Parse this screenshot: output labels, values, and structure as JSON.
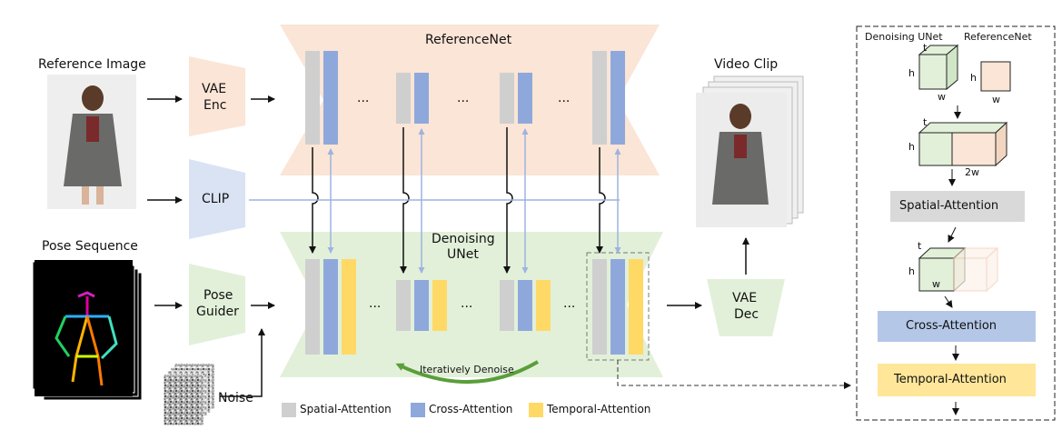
{
  "inputs": {
    "reference_image_label": "Reference Image",
    "pose_sequence_label": "Pose Sequence",
    "noise_label": "Noise"
  },
  "modules": {
    "vae_enc_line1": "VAE",
    "vae_enc_line2": "Enc",
    "clip": "CLIP",
    "pose_guider_line1": "Pose",
    "pose_guider_line2": "Guider",
    "vae_dec_line1": "VAE",
    "vae_dec_line2": "Dec"
  },
  "networks": {
    "reference_net": "ReferenceNet",
    "denoising_unet_line1": "Denoising",
    "denoising_unet_line2": "UNet",
    "ellipsis": "...",
    "iterative": "Iteratively Denoise"
  },
  "output": {
    "video_clip_label": "Video Clip"
  },
  "legend": {
    "spatial": "Spatial-Attention",
    "cross": "Cross-Attention",
    "temporal": "Temporal-Attention"
  },
  "detail_panel": {
    "denoising_unet": "Denoising UNet",
    "reference_net": "ReferenceNet",
    "dim_t": "t",
    "dim_h": "h",
    "dim_w": "w",
    "dim_2w": "2w",
    "spatial_attention": "Spatial-Attention",
    "cross_attention": "Cross-Attention",
    "temporal_attention": "Temporal-Attention"
  },
  "colors": {
    "spatial": "#cfcfcf",
    "cross": "#8fa8dc",
    "temporal": "#ffd966",
    "reference_bg": "#fbe5d6",
    "unet_bg": "#e2f0d9",
    "clip_bg": "#dae3f3",
    "cross_box": "#b4c7e7",
    "temporal_box": "#ffe699",
    "spatial_box": "#d9d9d9",
    "iterate_arrow": "#5a9e3a"
  }
}
